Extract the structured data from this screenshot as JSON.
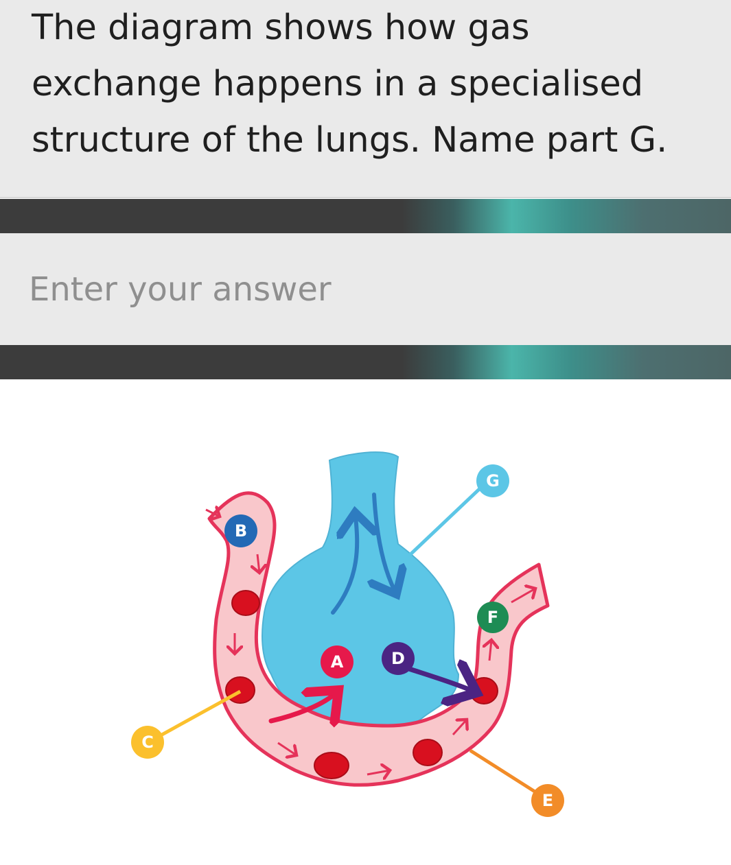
{
  "question": {
    "text": "The diagram shows how gas exchange happens in a specialised structure of the lungs. Name part G."
  },
  "answer": {
    "placeholder": "Enter your answer",
    "value": ""
  },
  "diagram": {
    "labels": {
      "a": "A",
      "b": "B",
      "c": "C",
      "d": "D",
      "e": "E",
      "f": "F",
      "g": "G"
    },
    "colors": {
      "alveolus": "#5cc6e6",
      "alveolus_outline": "#2e7cc0",
      "capillary": "#f9c7cb",
      "capillary_outline": "#e5335a",
      "red_blood_cell": "#d8101f",
      "label_a": "#e6194b",
      "label_b": "#2369b5",
      "label_c": "#fbc02d",
      "label_d": "#4b2483",
      "label_e": "#f28c28",
      "label_f": "#1e8c54",
      "label_g": "#5cc6e6"
    }
  }
}
